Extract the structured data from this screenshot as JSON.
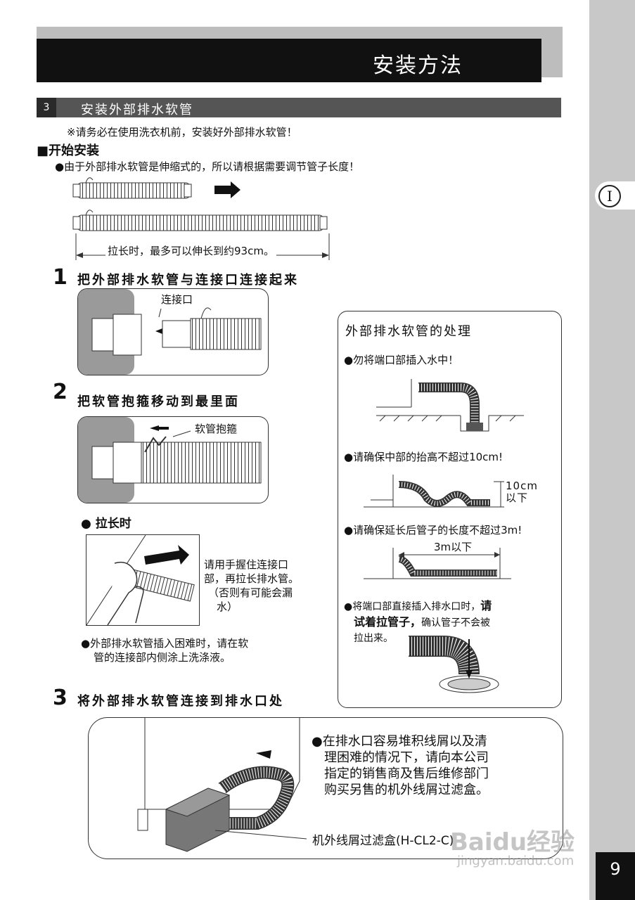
{
  "header": {
    "title": "安装方法"
  },
  "section": {
    "number": "3",
    "title": "安装外部排水软管"
  },
  "notice": "※请务必在使用洗衣机前，安装好外部排水软管！",
  "start_heading": "■开始安装",
  "start_note": "●由于外部排水软管是伸缩式的，所以请根据需要调节管子长度！",
  "stretch_caption": "拉长时，最多可以伸长到约93cm。",
  "steps": [
    {
      "num": "1",
      "text": "把外部排水软管与连接口连接起来",
      "label": "连接口"
    },
    {
      "num": "2",
      "text": "把软管抱箍移动到最里面",
      "label": "软管抱箍"
    },
    {
      "num": "3",
      "text": "将外部排水软管连接到排水口处"
    }
  ],
  "stretch": {
    "heading": "● 拉长时",
    "instruction": [
      "请用手握住连接口",
      "部，再拉长排水管。",
      "（否则有可能会漏",
      "水）"
    ],
    "tip": [
      "●外部排水软管插入困难时，请在软",
      "管的连接部内侧涂上洗涤液。"
    ]
  },
  "panel": {
    "title": "外部排水软管的处理",
    "items": [
      "●勿将端口部插入水中！",
      "●请确保中部的抬高不超过10cm!",
      "●请确保延长后管子的长度不超过3m!"
    ],
    "height_label": [
      "10cm",
      "以下"
    ],
    "length_label": "3m以下",
    "pull_note": [
      "●将端口部直接插入排水口时，",
      "请",
      "试着拉管子，",
      "确认管子不会被",
      "拉出来。"
    ]
  },
  "filter": {
    "note": [
      "●在排水口容易堆积线屑以及清",
      "理困难的情况下，请向本公司",
      "指定的销售商及售后维修部门",
      "购买另售的机外线屑过滤盒。"
    ],
    "label": "机外线屑过滤盒(H-CL2-C)"
  },
  "chapter_marker": "I",
  "page_number": "9",
  "watermark": {
    "brand": "Baidu经验",
    "url": "jingyan.baidu.com"
  }
}
